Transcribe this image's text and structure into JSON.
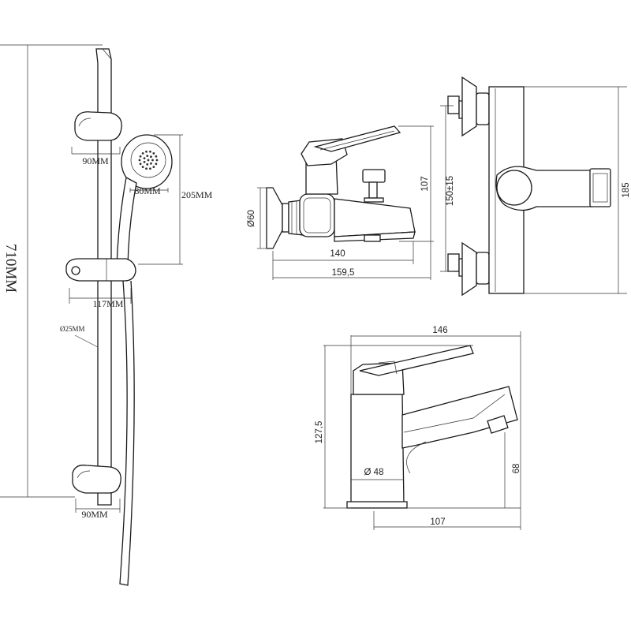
{
  "shower_set": {
    "rail_length": "710MM",
    "top_bracket_width": "90MM",
    "bottom_bracket_width": "90MM",
    "head_diameter": "80MM",
    "head_height": "205MM",
    "slider_width": "117MM",
    "hose_diameter": "Ø25MM"
  },
  "bath_mixer_side": {
    "connection_diameter": "Ø60",
    "spout_depth": "140",
    "total_depth": "159,5",
    "height": "107"
  },
  "bath_mixer_front": {
    "centre_distance": "150±15",
    "height": "185"
  },
  "basin_mixer": {
    "length": "146",
    "height": "127,5",
    "body_diameter": "Ø 48",
    "spout_reach": "107",
    "spout_height": "68"
  }
}
